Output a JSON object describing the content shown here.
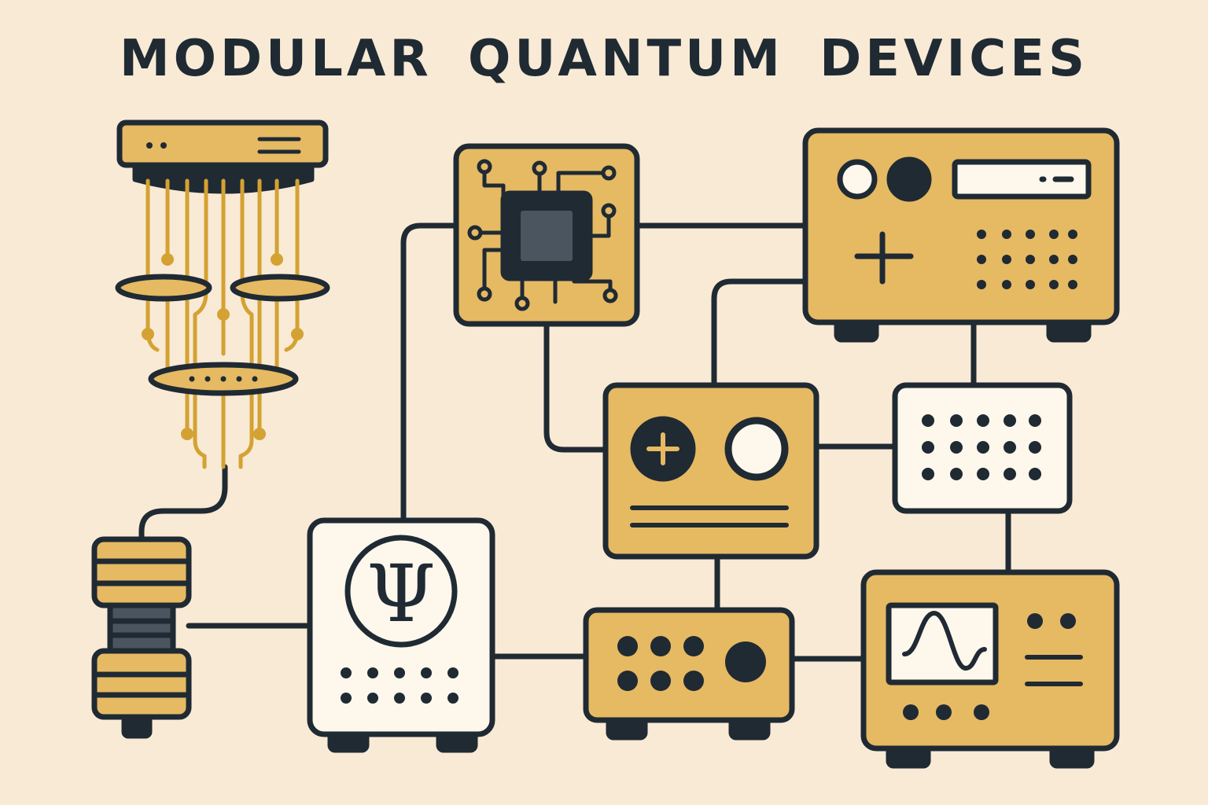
{
  "title": "MODULAR QUANTUM DEVICES",
  "psi_symbol": "Ψ",
  "colors": {
    "background": "#f9ead6",
    "module_fill": "#e6b963",
    "outline": "#1f2a33",
    "wire_gold": "#d4a232",
    "panel_white": "#fdf7ec",
    "screen_gray": "#4a5560"
  },
  "devices": [
    {
      "id": "dilution-refrigerator",
      "icon": "chandelier-cryostat-icon"
    },
    {
      "id": "cryo-connector",
      "icon": "stacked-cylinder-connector-icon"
    },
    {
      "id": "quantum-chip",
      "icon": "processor-chip-icon"
    },
    {
      "id": "control-rack",
      "icon": "rack-instrument-icon"
    },
    {
      "id": "signal-module",
      "icon": "plus-dial-module-icon"
    },
    {
      "id": "port-panel",
      "icon": "port-grid-panel-icon"
    },
    {
      "id": "wavefunction-unit",
      "icon": "psi-icon"
    },
    {
      "id": "pulse-generator",
      "icon": "knob-module-icon"
    },
    {
      "id": "oscilloscope",
      "icon": "oscilloscope-icon"
    }
  ]
}
